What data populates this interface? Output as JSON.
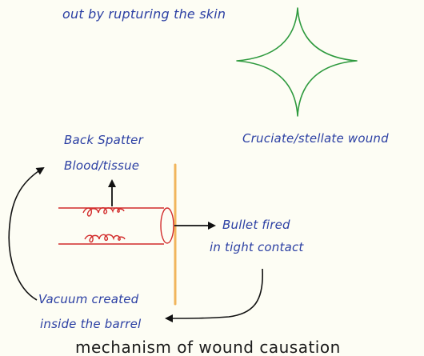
{
  "texts": {
    "top_line": "out by rupturing the skin",
    "star_label": "Cruciate/stellate wound",
    "back_spatter_1": "Back Spatter",
    "back_spatter_2": "Blood/tissue",
    "bullet_1": "Bullet fired",
    "bullet_2": "in tight contact",
    "vacuum_1": "Vacuum created",
    "vacuum_2": "inside the barrel",
    "caption": "mechanism of wound causation"
  },
  "colors": {
    "background": "#fdfdf4",
    "note_text": "#2b3fa3",
    "star": "#2e9a3e",
    "barrel": "#d22b2b",
    "skin": "#f1b55c",
    "arrows": "#111111",
    "caption": "#1b1b1b"
  }
}
